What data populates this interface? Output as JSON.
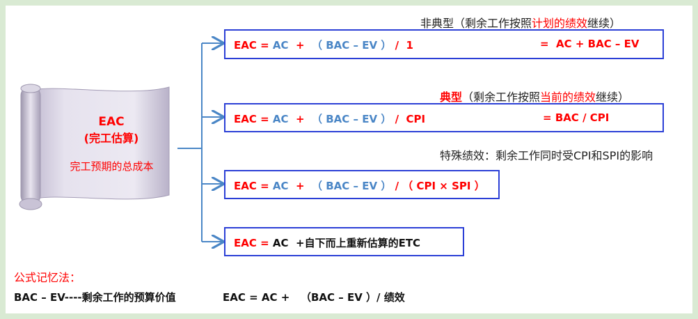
{
  "scroll": {
    "title": "EAC",
    "subtitle": "(完工估算)",
    "desc": "完工预期的总成本"
  },
  "colors": {
    "arrow": "#4a86c6",
    "box_border": "#2b3fd6",
    "red": "#ff0000",
    "blue": "#4a86c6"
  },
  "formulas": [
    {
      "caption": {
        "pre": "非典型（剩余工作按照",
        "red": "计划的绩效",
        "post": "继续）"
      },
      "lhs": "EAC",
      "eq": "=",
      "ac": "AC",
      "plus": "+",
      "paren": "（ BAC – EV ）",
      "op": "/",
      "div": "1",
      "rhs_eq": "=",
      "rhs": "AC + BAC – EV"
    },
    {
      "caption": {
        "red_pre": "典型",
        "pre": "（剩余工作按照",
        "red": "当前的绩效",
        "post": "继续）"
      },
      "lhs": "EAC",
      "eq": "=",
      "ac": "AC",
      "plus": "+",
      "paren": "（ BAC – EV ）",
      "op": "/",
      "div": "CPI",
      "rhs_eq": "=",
      "rhs": "BAC / CPI"
    },
    {
      "caption": {
        "pre": "特殊绩效：剩余工作同时受CPI和SPI的影响"
      },
      "lhs": "EAC",
      "eq": "=",
      "ac": "AC",
      "plus": "+",
      "paren": "（ BAC – EV ）",
      "op": "/",
      "div": "（ CPI × SPI ）"
    },
    {
      "lhs": "EAC",
      "eq": "=",
      "ac": "AC",
      "rest": "+自下而上重新估算的ETC"
    }
  ],
  "memo": {
    "title": "公式记忆法：",
    "line_left": "BAC – EV----剩余工作的预算价值",
    "line_right_a": "EAC = AC +",
    "line_right_b": "（BAC – EV ）/ 绩效"
  }
}
